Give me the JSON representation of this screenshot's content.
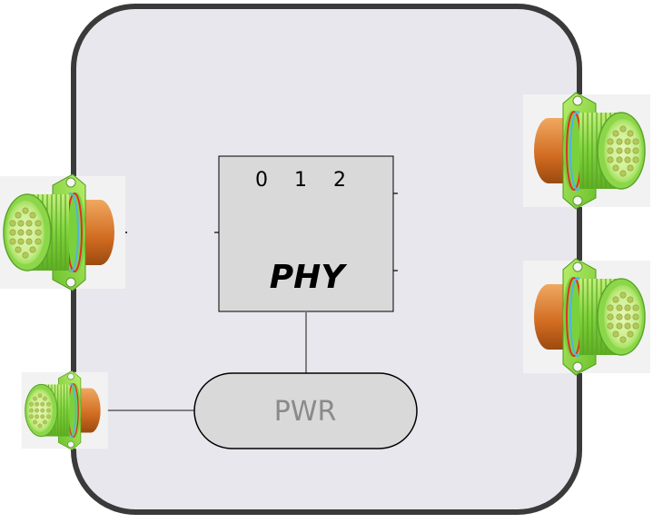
{
  "phy": {
    "title": "PHY",
    "ports": [
      "0",
      "1",
      "2"
    ]
  },
  "pwr": {
    "label": "PWR"
  },
  "connectors": [
    {
      "name": "left-large",
      "icon": "circular-connector-icon"
    },
    {
      "name": "left-small",
      "icon": "circular-connector-icon"
    },
    {
      "name": "right-top",
      "icon": "circular-connector-icon"
    },
    {
      "name": "right-bottom",
      "icon": "circular-connector-icon"
    }
  ],
  "colors": {
    "enclosure_fill": "#e8e7ee",
    "enclosure_stroke": "#3a3a3a",
    "phy_fill": "#d9d9d9",
    "pwr_fill": "#d9d9d9",
    "connector_green": "#9be84a",
    "connector_orange": "#d9782a"
  }
}
